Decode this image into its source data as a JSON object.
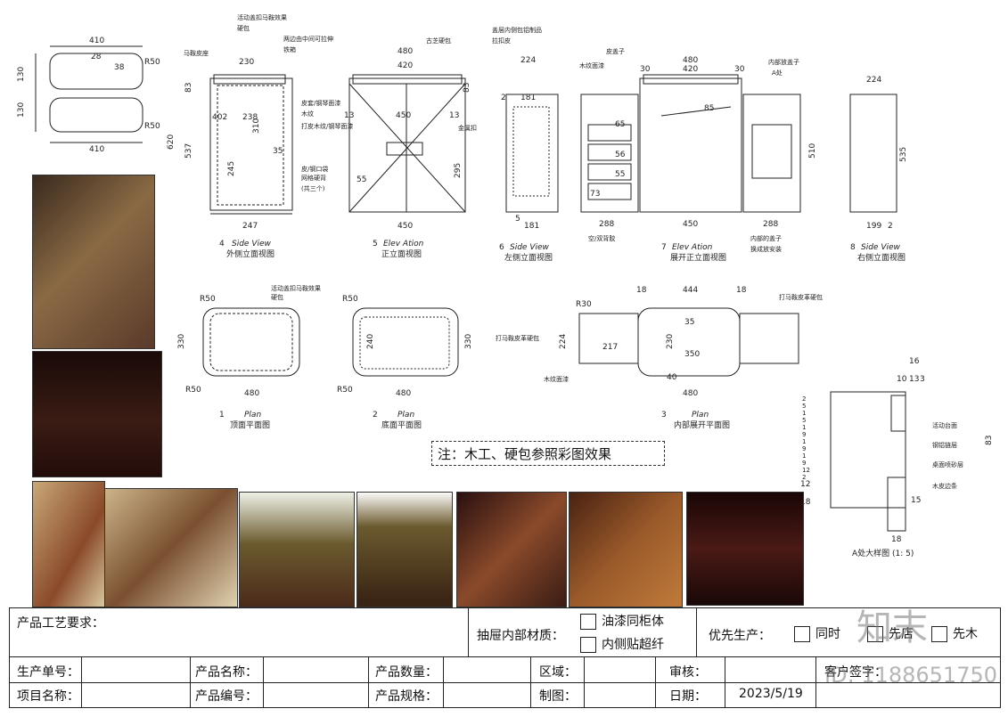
{
  "views": {
    "top_view_dims": {
      "w_top": "410",
      "w_bottom": "410",
      "r1": "R50",
      "r2": "R50",
      "h1": "130",
      "h2": "130",
      "d28": "28",
      "d38": "38"
    },
    "side_view": {
      "num": "4",
      "title": "Side View",
      "subtitle": "外侧立面视图",
      "h_total": "620",
      "h_upper": "83",
      "h_body": "537",
      "w": "247",
      "d_402": "402",
      "d_238": "238",
      "d_310": "310",
      "d_245": "245",
      "d_35": "35",
      "d_230": "230"
    },
    "elevation": {
      "num": "5",
      "title": "Elev Ation",
      "subtitle": "正立面视图",
      "w_top": "480",
      "w_inner": "420",
      "w_bottom": "450",
      "d_295": "295",
      "d_83": "83",
      "d_55": "55",
      "d_13a": "13",
      "d_13b": "13",
      "d_450": "450"
    },
    "left_side": {
      "num": "6",
      "title": "Side View",
      "subtitle": "左侧立面视图",
      "w_top": "224",
      "d_181": "181",
      "d_181b": "181",
      "d_5": "5",
      "d_2": "2"
    },
    "open_elevation": {
      "num": "7",
      "title": "Elev Ation",
      "subtitle": "展开正立面视图",
      "w_top": "480",
      "w_inner": "420",
      "w_left": "288",
      "w_mid": "450",
      "w_right": "288",
      "h": "510",
      "d_30a": "30",
      "d_30b": "30",
      "d_65": "65",
      "d_56": "56",
      "d_55": "55",
      "d_73": "73",
      "d_85": "85"
    },
    "right_side": {
      "num": "8",
      "title": "Side View",
      "subtitle": "右侧立面视图",
      "w_top": "224",
      "h": "535",
      "d_199": "199",
      "d_2": "2"
    },
    "plan1": {
      "num": "1",
      "title": "Plan",
      "subtitle": "顶面平面图",
      "w": "480",
      "h": "330",
      "r1": "R50",
      "r2": "R50"
    },
    "plan2": {
      "num": "2",
      "title": "Plan",
      "subtitle": "底面平面图",
      "w": "480",
      "h": "330",
      "r1": "R50",
      "r2": "R50",
      "d_240": "240"
    },
    "plan3": {
      "num": "3",
      "title": "Plan",
      "subtitle": "内部展开平面图",
      "w_total": "480",
      "w_18a": "18",
      "w_444": "444",
      "w_18b": "18",
      "d_224": "224",
      "d_230": "230",
      "d_350": "350",
      "d_40": "40",
      "d_217": "217",
      "d_35": "35",
      "r": "R30"
    },
    "detail_a": {
      "title": "A处大样图 (1: 5)",
      "d_16": "16",
      "d_10": "10",
      "d_13": "13",
      "d_3": "3",
      "d_83": "83",
      "d_15": "15",
      "d_18": "18",
      "d_12": "12",
      "left_dims": [
        "2",
        "5",
        "1",
        "5",
        "1",
        "9",
        "1",
        "9",
        "1",
        "9",
        "12",
        "2"
      ],
      "d_18b": "18"
    }
  },
  "annotations": {
    "a1": "活动盖扣马鞍效果",
    "a2": "硬包",
    "a3": "马鞍皮座",
    "a4": "两边由中间可拉伸",
    "a5": "铁箱",
    "a6": "古芝硬包",
    "a7": "皮套/钢琴面漆",
    "a8": "木纹",
    "a9": "打皮木纹/钢琴面漆",
    "a10": "皮/钢口袋",
    "a11": "网格硬背",
    "a12": "(共三个)",
    "a13": "金属扣",
    "a14": "盖层内侧包铝制品",
    "a15": "拉扣皮",
    "a16": "皮盖子",
    "a17": "木纹面漆",
    "a18": "内部放盖子",
    "a19": "A处",
    "a20": "空/双背胶",
    "a21": "内部的盖子",
    "a22": "换成放安装",
    "a23": "活动盖扣马鞍效果",
    "a24": "硬包",
    "a25": "打马鞍皮革硬包",
    "a26": "打马鞍皮革硬包",
    "a27": "木纹面漆",
    "a28": "活动台面",
    "a29": "钢铝链层",
    "a30": "桌面喷砂层",
    "a31": "木皮边条"
  },
  "note": "注：木工、硬包参照彩图效果",
  "title_block": {
    "craft_label": "产品工艺要求：",
    "drawer_label": "抽屉内部材质：",
    "drawer_opt1": "油漆同柜体",
    "drawer_opt2": "内侧贴超纤",
    "priority_label": "优先生产：",
    "priority_opt1": "同时",
    "priority_opt2": "先店",
    "priority_opt3": "先木",
    "order_no": "生产单号：",
    "product_name": "产品名称：",
    "quantity": "产品数量：",
    "area": "区域：",
    "review": "审核：",
    "customer_confirm": "客户签字：",
    "project_name": "项目名称：",
    "product_code": "产品编号：",
    "spec": "产品规格：",
    "drafter": "制图：",
    "date_label": "日期：",
    "date_value": "2023/5/19"
  },
  "watermark": {
    "id": "ID: 1188651750",
    "brand": "知末"
  },
  "colors": {
    "line": "#222222",
    "photo_wood": "#8a4a2a",
    "photo_dark": "#3a1c14",
    "leather": "#6b5a2e"
  }
}
